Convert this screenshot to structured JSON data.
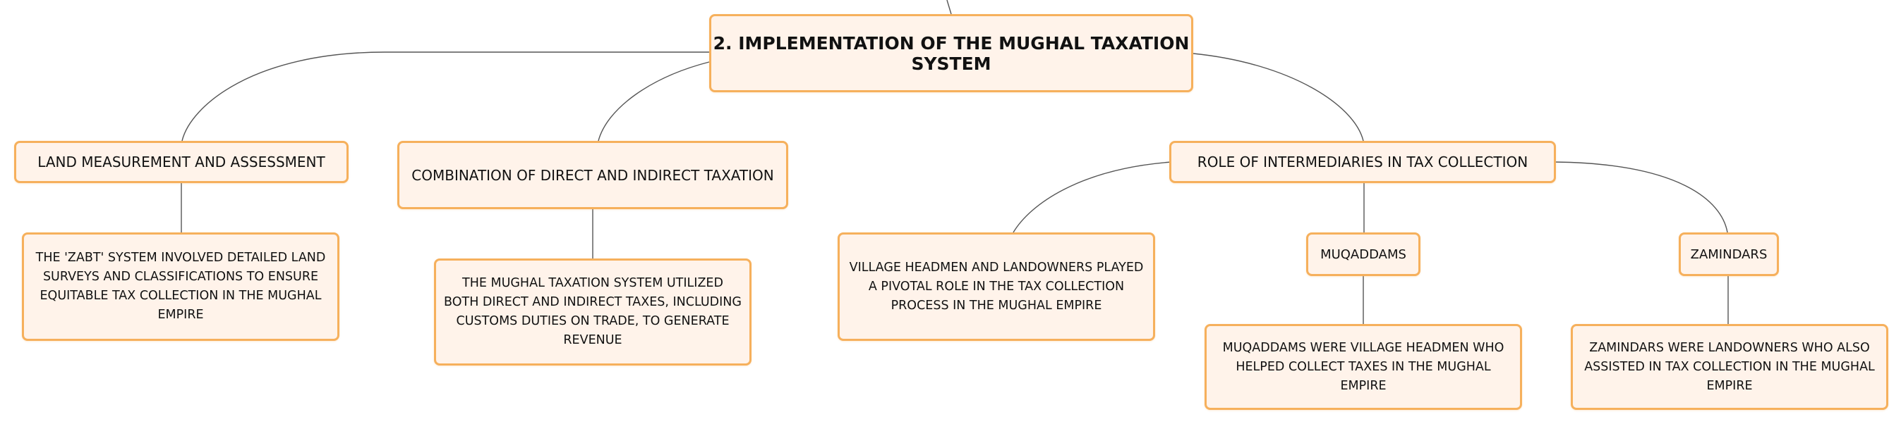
{
  "root": {
    "text": "2. IMPLEMENTATION OF THE MUGHAL TAXATION SYSTEM"
  },
  "branches": {
    "land": {
      "title": "LAND MEASUREMENT AND ASSESSMENT",
      "detail": "THE 'ZABT' SYSTEM INVOLVED DETAILED LAND SURVEYS AND CLASSIFICATIONS TO ENSURE EQUITABLE TAX COLLECTION IN THE MUGHAL EMPIRE"
    },
    "combination": {
      "title": "COMBINATION OF DIRECT AND INDIRECT TAXATION",
      "detail": "THE MUGHAL TAXATION SYSTEM UTILIZED BOTH DIRECT AND INDIRECT TAXES, INCLUDING CUSTOMS DUTIES ON TRADE, TO GENERATE REVENUE"
    },
    "intermediaries": {
      "title": "ROLE OF INTERMEDIARIES IN TAX COLLECTION",
      "detail": "VILLAGE HEADMEN AND LANDOWNERS PLAYED A PIVOTAL ROLE IN THE TAX COLLECTION PROCESS IN THE MUGHAL EMPIRE",
      "muqaddams": {
        "title": "MUQADDAMS",
        "detail": "MUQADDAMS WERE VILLAGE HEADMEN WHO HELPED COLLECT TAXES IN THE MUGHAL EMPIRE"
      },
      "zamindars": {
        "title": "ZAMINDARS",
        "detail": "ZAMINDARS WERE LANDOWNERS WHO ALSO ASSISTED IN TAX COLLECTION IN THE MUGHAL EMPIRE"
      }
    }
  },
  "colors": {
    "node_fill": "#fff3ea",
    "node_border": "#f6b05c",
    "connector": "#555555",
    "text": "#111111"
  }
}
